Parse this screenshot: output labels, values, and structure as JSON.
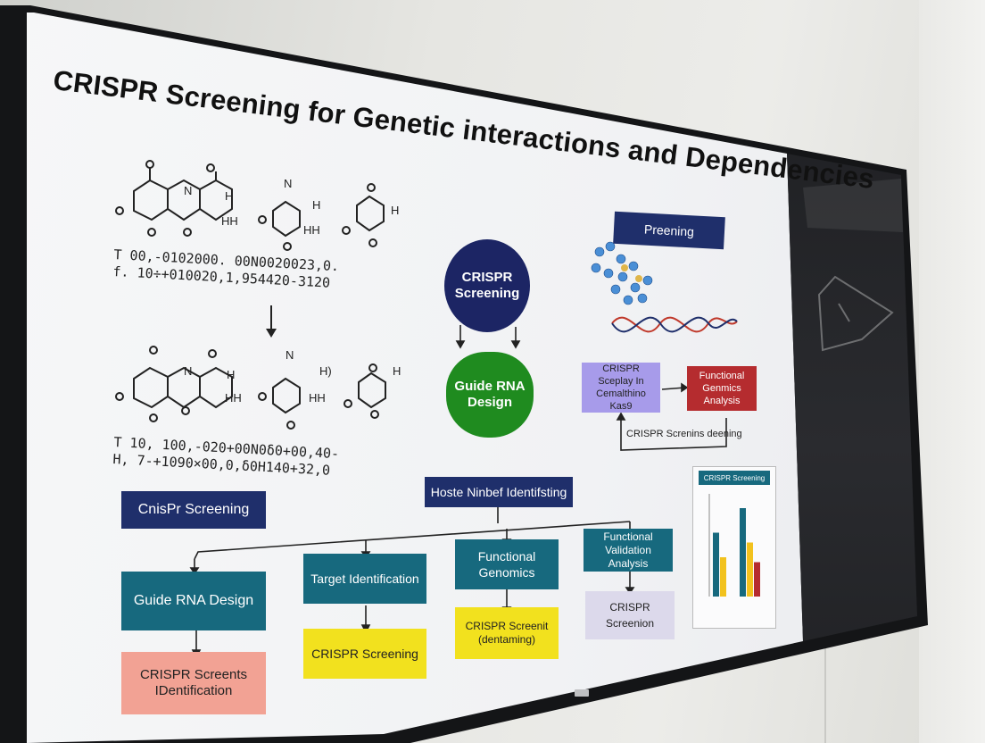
{
  "slide": {
    "title": "CRISPR Screening for Genetic interactions and Dependencies",
    "formula_top_line1": "T  00,-0102000. 00N0020023,0.",
    "formula_top_line2": "f. 10÷+010020,1,954420-3120",
    "formula_bottom_line1": "T  10, 100,-020+00N0δ0+00,40-",
    "formula_bottom_line2": "H, 7-+1090×00,0,δ0H140+32,0",
    "center_oval": "CRISPR Screening",
    "center_blob": "Guide RNA Design",
    "preening_label": "Preening",
    "crispr_sceplay_box": "CRISPR Sceplay In Cemalthino Kas9",
    "functional_genomics_box": "Functional Genmics Analysis",
    "loop_caption": "CRISPR Screnins deening",
    "hoste_box": "Hoste Ninbef Identifsting",
    "left_header": "CnisPr Screening",
    "guide_rna": "Guide RNA Design",
    "target_identification": "Target Identification",
    "functional_genomics": "Functional Genomics",
    "functional_validation": "Functional Validation Analysis",
    "crispr_screents": "CRISPR Screents IDentification",
    "crispr_screening_yellow": "CRISPR Screening",
    "crispr_screenit": "CRISPR Screenit (dentaming)",
    "crispr_screenion": "CRISPR Screenion",
    "mini_chart_title": "CRISPR Screening"
  },
  "colors": {
    "navy": "#1f2f6b",
    "teal": "#17697e",
    "yellow": "#f2e11e",
    "pink": "#f2a294",
    "green_blob": "#1f8b1f",
    "red_box": "#b52c2f",
    "purple_box": "#a79bea"
  },
  "chart_data": {
    "type": "bar",
    "title": "CRISPR Screening",
    "series": [
      {
        "color": "#17697e",
        "values": [
          0.65,
          0.9
        ]
      },
      {
        "color": "#f2c21e",
        "values": [
          0.4,
          0.55
        ]
      },
      {
        "color": "#b52c2f",
        "values": [
          0.0,
          0.35
        ]
      }
    ],
    "ylim": [
      0,
      1
    ]
  },
  "icons": [
    "molecule-structure-icon",
    "dna-helix-icon",
    "protein-cluster-icon",
    "wall-shape-icon"
  ]
}
